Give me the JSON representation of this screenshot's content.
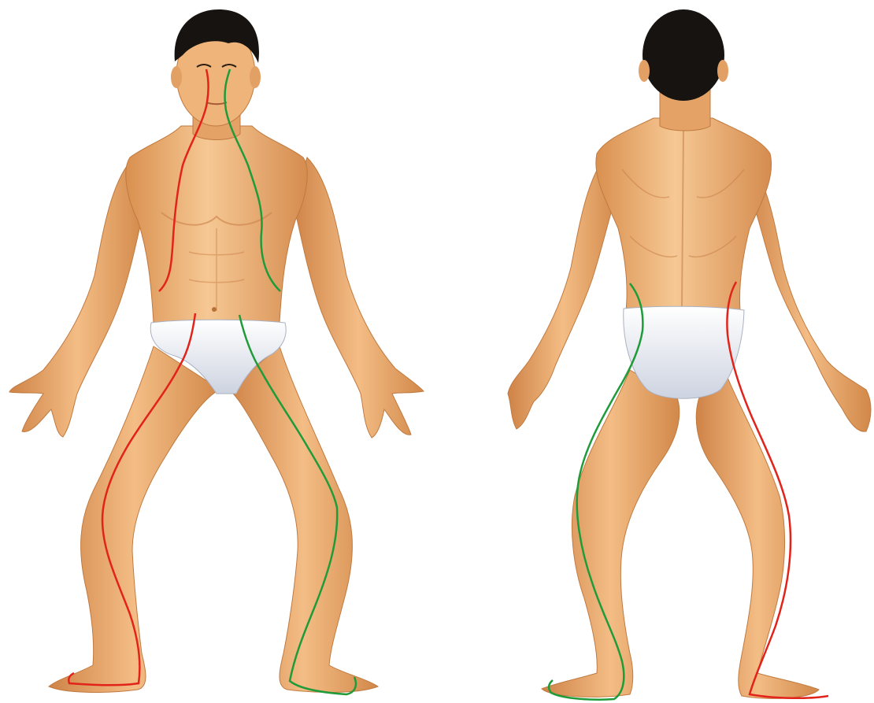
{
  "figure": {
    "views": [
      {
        "id": "front",
        "name": "front-view"
      },
      {
        "id": "back",
        "name": "back-view"
      }
    ],
    "colors": {
      "skin": "#e9a86e",
      "skin_light": "#f6c894",
      "skin_shadow": "#c98048",
      "hair": "#161310",
      "underwear": "#f2f3f7",
      "underwear_shadow": "#c9cfdc",
      "red_channel": "#e2231a",
      "green_channel": "#1f9b3a",
      "background": "#ffffff"
    }
  }
}
